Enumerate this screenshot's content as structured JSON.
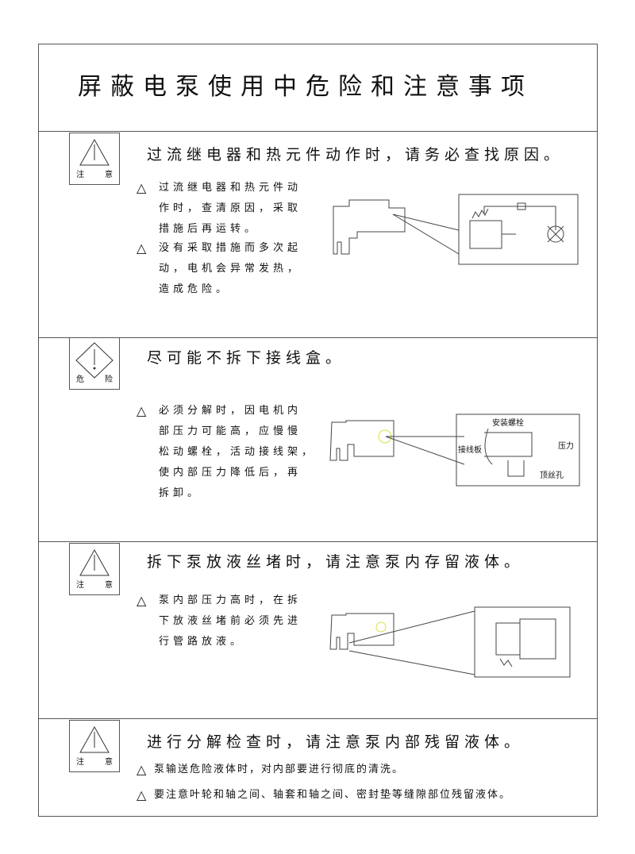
{
  "title": "屏蔽电泵使用中危险和注意事项",
  "sections": [
    {
      "badge_left": "注",
      "badge_right": "意",
      "heading": "过流继电器和热元件动作时，请务必查找原因。",
      "bullets": [
        [
          "过流继电器和热元件动",
          "作时，查清原因，采取",
          "措施后再运转。"
        ],
        [
          "没有采取措施而多次起",
          "动，电机会异常发热，",
          "造成危险。"
        ]
      ]
    },
    {
      "badge_left": "危",
      "badge_right": "险",
      "heading": "尽可能不拆下接线盒。",
      "bullets": [
        [
          "必须分解时，因电机内",
          "部压力可能高，应慢慢",
          "松动螺栓，活动接线架，",
          "使内部压力降低后，再",
          "拆卸。"
        ]
      ],
      "diagram_labels": {
        "bolt": "安装螺栓",
        "board": "接线板",
        "pressure": "压力",
        "screw_hole": "顶丝孔"
      }
    },
    {
      "badge_left": "注",
      "badge_right": "意",
      "heading": "拆下泵放液丝堵时，请注意泵内存留液体。",
      "bullets": [
        [
          "泵内部压力高时，在拆",
          "下放液丝堵前必须先进",
          "行管路放液。"
        ]
      ]
    },
    {
      "badge_left": "注",
      "badge_right": "意",
      "heading": "进行分解检查时，请注意泵内部残留液体。",
      "bullets": [
        [
          "泵输送危险液体时，对内部要进行彻底的清洗。"
        ],
        [
          "要注意叶轮和轴之间、轴套和轴之间、密封垫等缝隙部位残留液体。"
        ]
      ]
    }
  ]
}
